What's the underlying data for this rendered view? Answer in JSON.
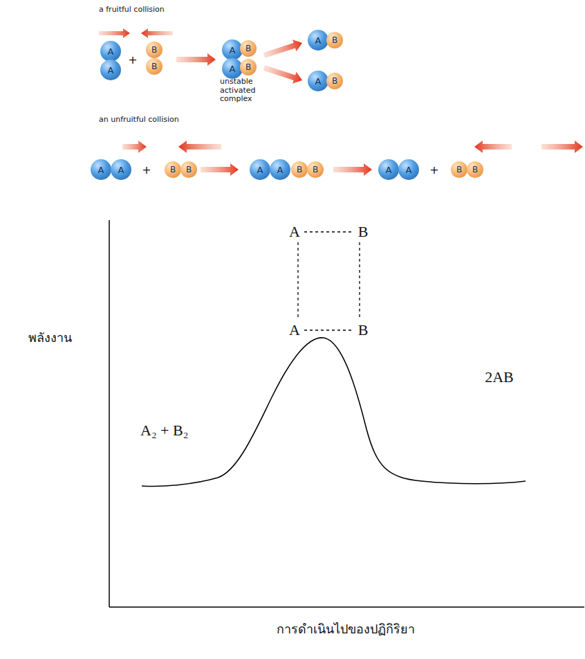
{
  "diagram": {
    "nodes": [
      {
        "text": [
          "A"
        ]
      },
      {
        "text": [
          "A"
        ]
      },
      {
        "text": [
          "B"
        ]
      },
      {
        "text": [
          "B"
        ]
      },
      {
        "text": [
          "A"
        ]
      },
      {
        "text": [
          "B"
        ]
      },
      {
        "text": [
          "A"
        ]
      },
      {
        "text": [
          "B"
        ]
      },
      {
        "text": [
          "A"
        ]
      },
      {
        "text": [
          "B"
        ]
      },
      {
        "text": [
          "A"
        ]
      },
      {
        "text": [
          "B"
        ]
      },
      {
        "text": [
          "A"
        ]
      },
      {
        "text": [
          "A"
        ]
      },
      {
        "text": [
          "B"
        ]
      },
      {
        "text": [
          "B"
        ]
      },
      {
        "text": [
          "A"
        ]
      },
      {
        "text": [
          "A"
        ]
      },
      {
        "text": [
          "B"
        ]
      },
      {
        "text": [
          "B"
        ]
      },
      {
        "text": [
          "A"
        ]
      },
      {
        "text": [
          "A"
        ]
      },
      {
        "text": [
          "B"
        ]
      },
      {
        "text": [
          "B"
        ]
      }
    ],
    "labels": [
      "a fruitful collision",
      "+",
      "unstable activated complex",
      "an unfruitful collision",
      "+",
      "+",
      "A",
      "B",
      "A",
      "B",
      "พลังงาน",
      "A₂ + B₂",
      "2AB",
      "การดำเนินไปของปฏิกิริยา"
    ]
  }
}
